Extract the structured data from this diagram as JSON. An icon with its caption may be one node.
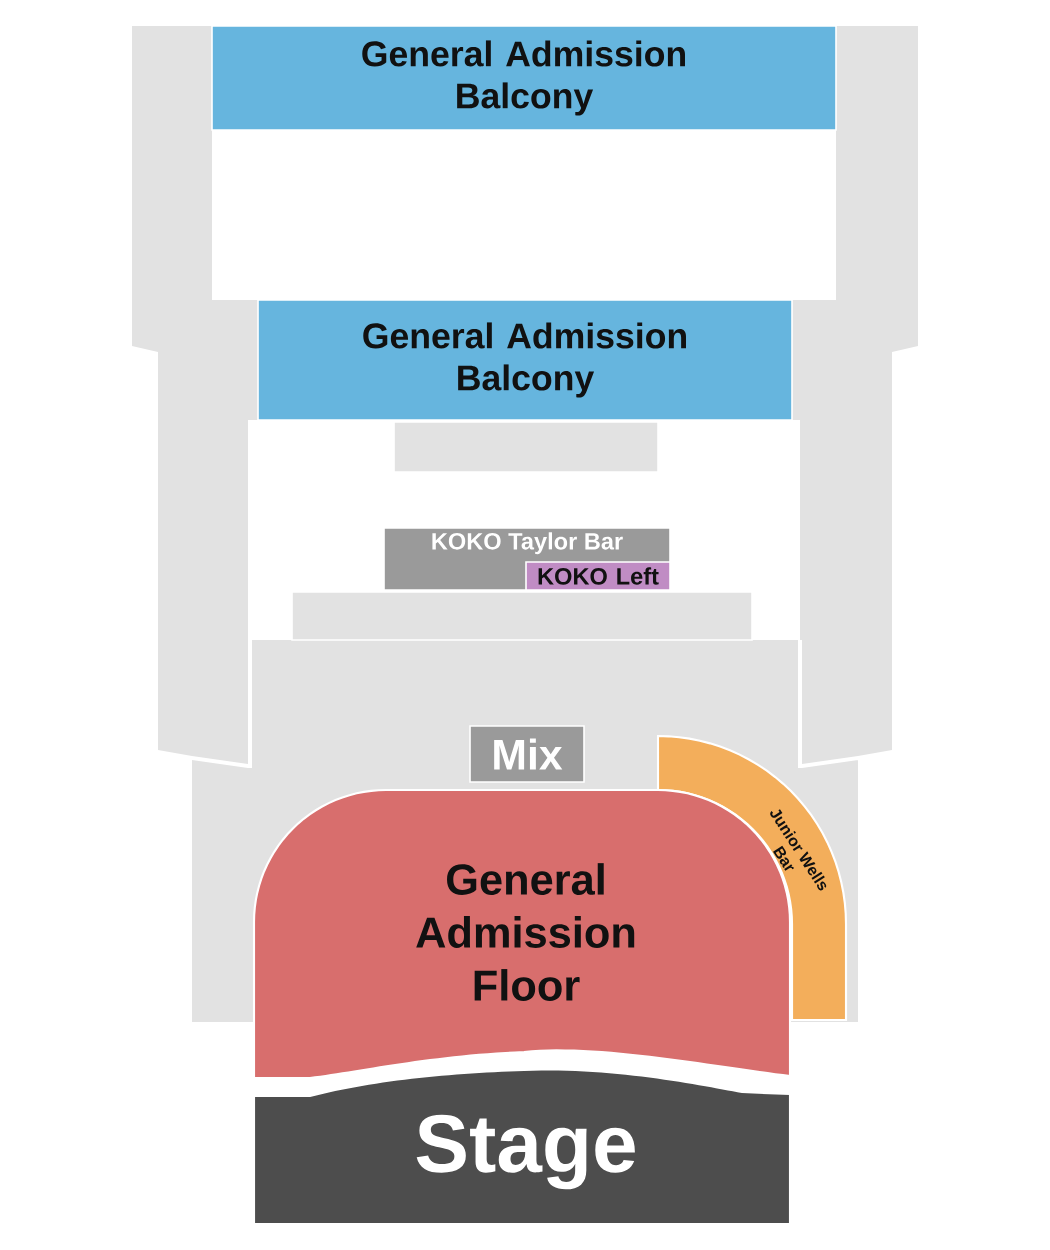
{
  "diagram": {
    "nodes": [
      {
        "text": [
          "General Admission Balcony"
        ]
      },
      {
        "text": [
          "General Admission Balcony"
        ]
      },
      {
        "text": [],
        "shape": "box"
      },
      {
        "text": [
          "KOKO Taylor Bar"
        ]
      },
      {
        "text": [
          "KOKO Left"
        ],
        "in": 3
      },
      {
        "text": [],
        "shape": "box"
      },
      {
        "text": [
          "Mix"
        ]
      },
      {
        "text": [
          "Junior Wells Bar"
        ]
      },
      {
        "text": [
          "General Admission Floor"
        ]
      },
      {
        "text": [
          "Stage"
        ]
      }
    ]
  }
}
